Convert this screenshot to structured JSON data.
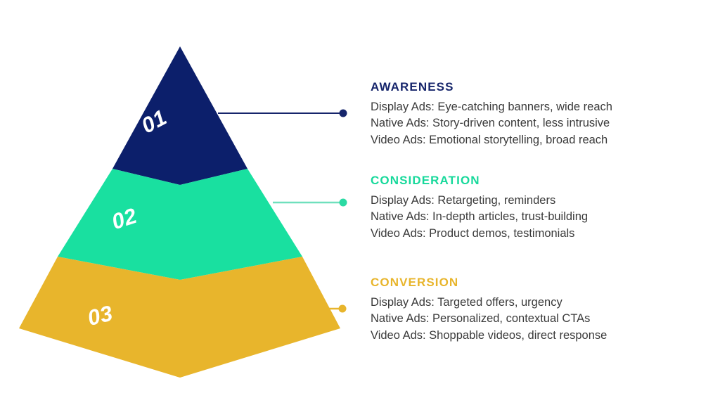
{
  "diagram": {
    "type": "three-tier-pyramid-funnel",
    "background_color": "#ffffff",
    "tiers": [
      {
        "number": "01",
        "color": "#0c1f6b",
        "stage": "AWARENESS"
      },
      {
        "number": "02",
        "color": "#19e0a0",
        "stage": "CONSIDERATION"
      },
      {
        "number": "03",
        "color": "#e8b52c",
        "stage": "CONVERSION"
      }
    ]
  },
  "stages": [
    {
      "title": "AWARENESS",
      "color": "#16256b",
      "connector_color": "#16256b",
      "lines": [
        "Display Ads: Eye-catching banners, wide reach",
        "Native Ads: Story-driven content, less intrusive",
        "Video Ads: Emotional storytelling, broad reach"
      ]
    },
    {
      "title": "CONSIDERATION",
      "color": "#17d99b",
      "connector_color": "#6fe0bd",
      "lines": [
        "Display Ads: Retargeting, reminders",
        "Native Ads: In-depth articles, trust-building",
        "Video Ads: Product demos, testimonials"
      ]
    },
    {
      "title": "CONVERSION",
      "color": "#e8b52c",
      "connector_color": "#e8b52c",
      "lines": [
        "Display Ads: Targeted offers, urgency",
        "Native Ads: Personalized, contextual CTAs",
        "Video Ads: Shoppable videos, direct response"
      ]
    }
  ]
}
